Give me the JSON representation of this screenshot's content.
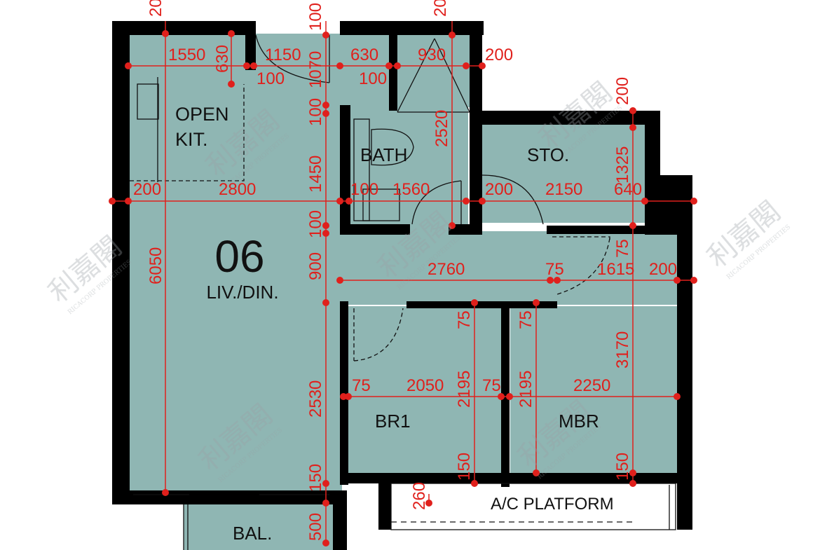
{
  "unit": {
    "number": "06"
  },
  "rooms": {
    "liv_din": "LIV./DIN.",
    "open_kit_line1": "OPEN",
    "open_kit_line2": "KIT.",
    "bath": "BATH",
    "sto": "STO.",
    "br1": "BR1",
    "mbr": "MBR",
    "bal": "BAL.",
    "ac_platform": "A/C PLATFORM"
  },
  "dimensions": {
    "top_1550": "1550",
    "top_630a": "630",
    "top_1150": "1150",
    "top_100a": "100",
    "top_630b": "630",
    "top_100b": "100",
    "top_930": "930",
    "top_200r": "200",
    "top_200_edge_left": "20",
    "top_200_edge_mid": "20",
    "v_100_top": "100",
    "v_1070": "1070",
    "v_100_mid": "100",
    "v_2520": "2520",
    "v_200_sto": "200",
    "v_1325": "1325",
    "v_1450": "1450",
    "mid_200": "200",
    "mid_2800": "2800",
    "mid_100": "100",
    "mid_1560": "1560",
    "mid_200b": "200",
    "mid_2150": "2150",
    "mid_640": "640",
    "v_6050": "6050",
    "v_100_lower": "100",
    "v_900": "900",
    "v_75_r": "75",
    "h_2760": "2760",
    "h_75": "75",
    "h_1615": "1615",
    "h_200": "200",
    "v_75_br1": "75",
    "v_75_mbr": "75",
    "v_3170": "3170",
    "v_2530": "2530",
    "h_75_br1": "75",
    "h_2050": "2050",
    "h_75_mid": "75",
    "h_2250": "2250",
    "v_2195_a": "2195",
    "v_2195_b": "2195",
    "v_150_a": "150",
    "v_150_b": "150",
    "v_150_c": "150",
    "v_260": "260",
    "v_500": "500"
  },
  "watermark": {
    "brand": "利嘉閣",
    "english": "RICACORP PROPERTIES"
  },
  "colors": {
    "floor": "#8fb6b3",
    "wall": "#000000",
    "dimension": "#e0201c"
  }
}
